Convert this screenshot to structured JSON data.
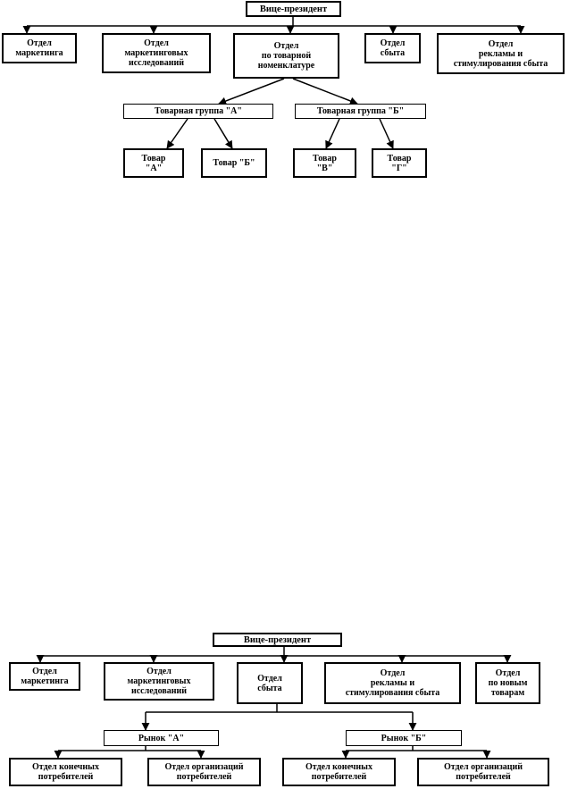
{
  "chart1": {
    "root": "Вице-президент",
    "departments": [
      "Отдел\nмаркетинга",
      "Отдел\nмаркетинговых\nисследований",
      "Отдел\nпо товарной\nноменклатуре",
      "Отдел\nсбыта",
      "Отдел\nрекламы и\nстимулирования сбыта"
    ],
    "groups": [
      "Товарная группа \"А\"",
      "Товарная группа \"Б\""
    ],
    "products": [
      "Товар\n\"А\"",
      "Товар \"Б\"",
      "Товар\n\"В\"",
      "Товар\n\"Г\""
    ]
  },
  "chart2": {
    "root": "Вице-президент",
    "departments": [
      "Отдел\nмаркетинга",
      "Отдел\nмаркетинговых\nисследований",
      "Отдел\nсбыта",
      "Отдел\nрекламы и\nстимулирования сбыта",
      "Отдел\nпо новым\nтоварам"
    ],
    "markets": [
      "Рынок \"А\"",
      "Рынок \"Б\""
    ],
    "segments": [
      "Отдел конечных\nпотребителей",
      "Отдел организаций\nпотребителей",
      "Отдел конечных\nпотребителей",
      "Отдел организаций\nпотребителей"
    ]
  }
}
